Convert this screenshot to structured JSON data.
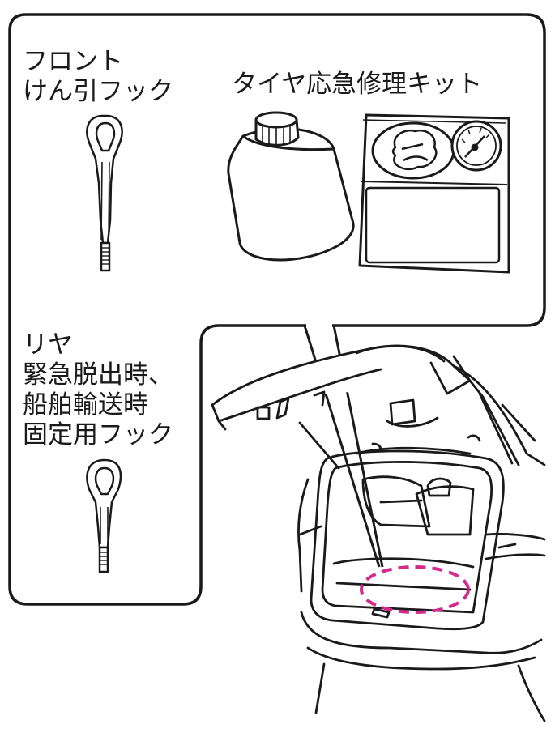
{
  "labels": {
    "front_hook": [
      "フロント",
      "けん引フック"
    ],
    "tire_repair_kit": "タイヤ応急修理キット",
    "rear_hook": [
      "リヤ",
      "緊急脱出時、",
      "船舶輸送時",
      "固定用フック"
    ]
  },
  "colors": {
    "outline": "#1a1a1a",
    "highlight": "#d42a8c"
  }
}
